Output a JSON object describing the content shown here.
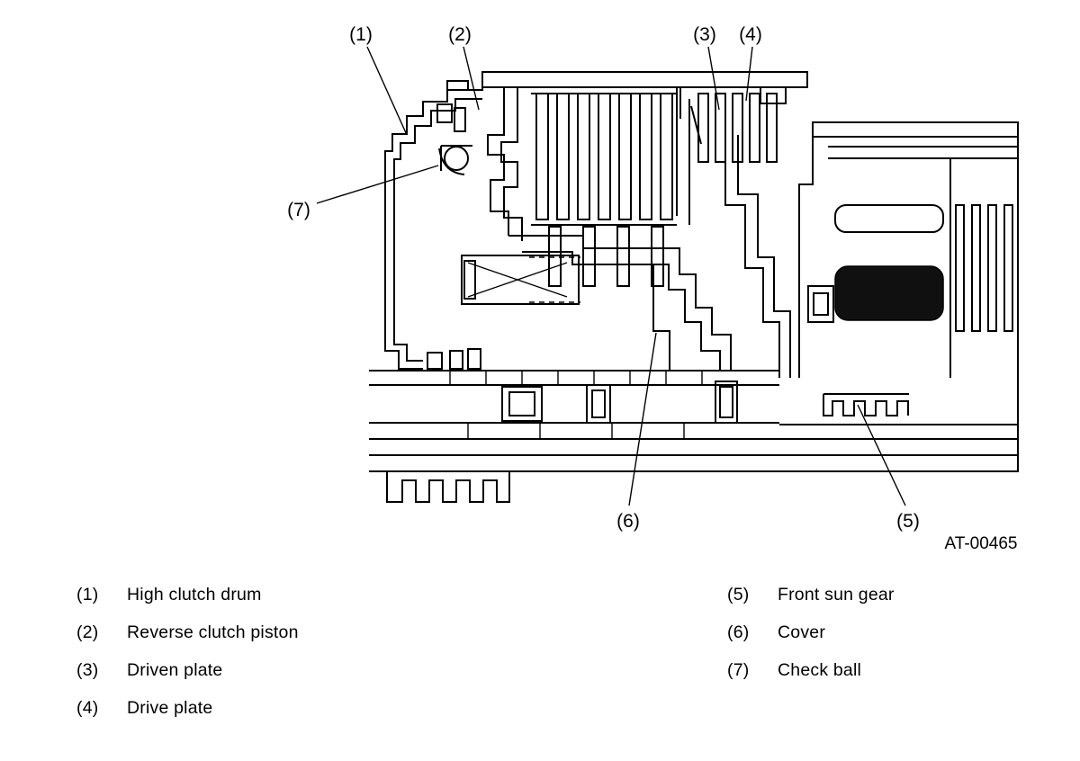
{
  "figure": {
    "code": "AT-00465",
    "callouts": [
      {
        "label": "(1)"
      },
      {
        "label": "(2)"
      },
      {
        "label": "(3)"
      },
      {
        "label": "(4)"
      },
      {
        "label": "(5)"
      },
      {
        "label": "(6)"
      },
      {
        "label": "(7)"
      }
    ]
  },
  "legend": {
    "items_left": [
      {
        "num": "(1)",
        "label": "High clutch drum"
      },
      {
        "num": "(2)",
        "label": "Reverse clutch piston"
      },
      {
        "num": "(3)",
        "label": "Driven plate"
      },
      {
        "num": "(4)",
        "label": "Drive plate"
      }
    ],
    "items_right": [
      {
        "num": "(5)",
        "label": "Front sun gear"
      },
      {
        "num": "(6)",
        "label": "Cover"
      },
      {
        "num": "(7)",
        "label": "Check ball"
      }
    ]
  },
  "colors": {
    "line": "#000000",
    "background": "#ffffff"
  }
}
